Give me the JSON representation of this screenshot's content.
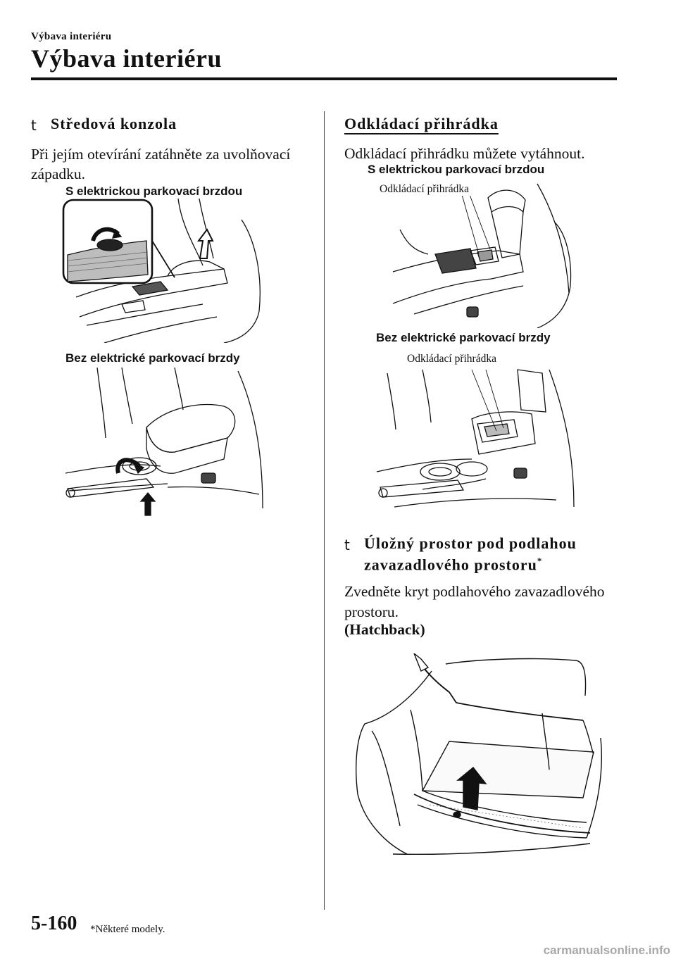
{
  "header": {
    "running_head": "Výbava interiéru",
    "title": "Výbava interiéru"
  },
  "left": {
    "bullet": "t",
    "heading": "Středová konzola",
    "body_line1": "Při jejím otevírání zatáhněte za uvolňovací",
    "body_line2": "západku.",
    "caption_electric": "S elektrickou parkovací brzdou",
    "caption_no_electric": "Bez elektrické parkovací brzdy"
  },
  "right": {
    "section1": {
      "heading": "Odkládací přihrádka",
      "body": "Odkládací přihrádku můžete vytáhnout.",
      "caption_electric": "S elektrickou parkovací brzdou",
      "callout1": "Odkládací přihrádka",
      "caption_no_electric": "Bez elektrické parkovací brzdy",
      "callout2": "Odkládací přihrádka"
    },
    "section2": {
      "bullet": "t",
      "heading_line1": "Úložný prostor pod podlahou",
      "heading_line2": "zavazadlového prostoru",
      "asterisk": "*",
      "body_line1": "Zvedněte kryt podlahového zavazadlového",
      "body_line2": "prostoru.",
      "variant": "(Hatchback)"
    }
  },
  "footer": {
    "page_number": "5-160",
    "note": "*Některé modely."
  },
  "watermark": "carmanualsonline.info"
}
